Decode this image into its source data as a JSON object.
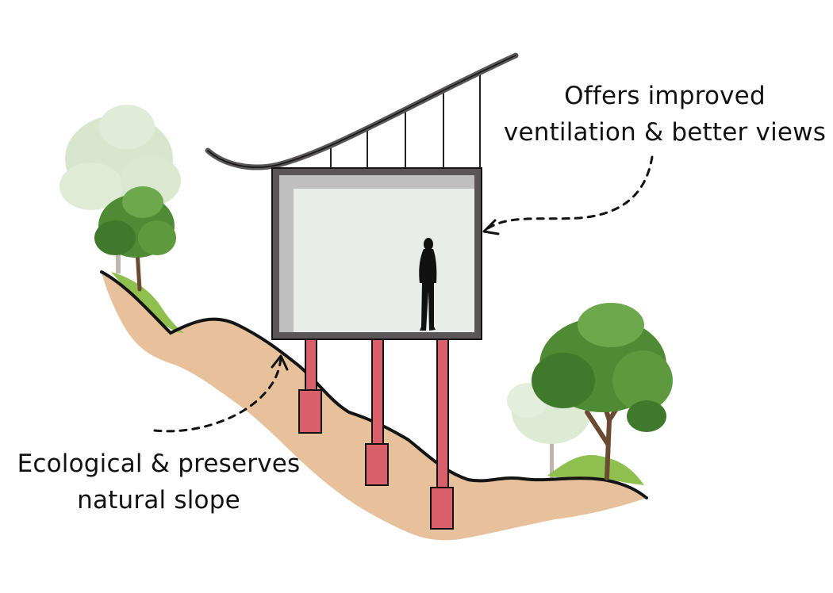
{
  "annotations": {
    "top": {
      "line1": "Offers improved",
      "line2": "ventilation & better views"
    },
    "bottom": {
      "line1": "Ecological & preserves",
      "line2": "natural slope"
    }
  },
  "colors": {
    "soil": "#e6c19c",
    "ground_line": "#141414",
    "grass": "#8fc04f",
    "stilt": "#d9606a",
    "frame": "#5a5556",
    "interior": "#e8ede9",
    "wall_shadow": "#bfbfbf",
    "roof": "#5a5556",
    "tree_dark": "#3f7a2c",
    "tree_light": "#a9c98f",
    "trunk": "#6b4a34",
    "figure": "#111111"
  },
  "icons": [
    "person-silhouette-icon",
    "tree-icon"
  ]
}
